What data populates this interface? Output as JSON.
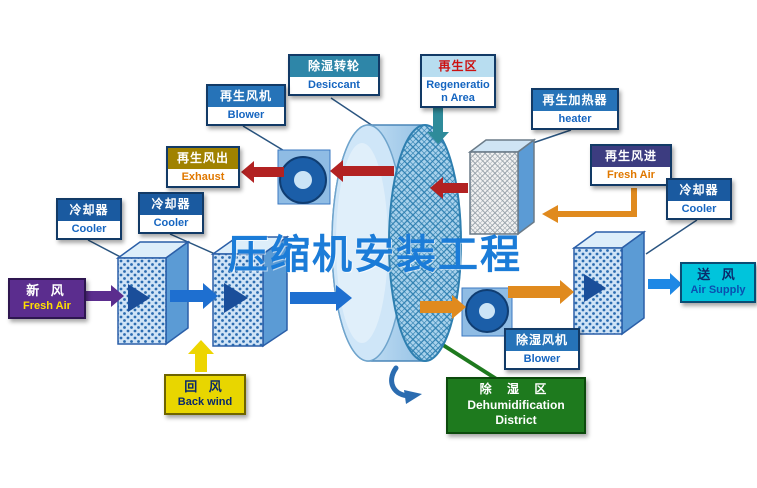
{
  "watermark": "压缩机安装工程",
  "labels": {
    "desiccant": {
      "cn": "除湿转轮",
      "en": "Desiccant"
    },
    "regeneration_area": {
      "cn": "再生区",
      "en": "Regeneration Area"
    },
    "regen_blower": {
      "cn": "再生风机",
      "en": "Blower"
    },
    "regen_heater": {
      "cn": "再生加热器",
      "en": "heater"
    },
    "regen_exhaust": {
      "cn": "再生风出",
      "en": "Exhaust"
    },
    "regen_fresh_air": {
      "cn": "再生风进",
      "en": "Fresh Air"
    },
    "cooler_left_outer": {
      "cn": "冷却器",
      "en": "Cooler"
    },
    "cooler_left_inner": {
      "cn": "冷却器",
      "en": "Cooler"
    },
    "cooler_right": {
      "cn": "冷却器",
      "en": "Cooler"
    },
    "fresh_air_inlet": {
      "cn": "新 风",
      "en": "Fresh Air"
    },
    "air_supply": {
      "cn": "送 风",
      "en": "Air Supply"
    },
    "back_wind": {
      "cn": "回 风",
      "en": "Back wind"
    },
    "dehumid_blower": {
      "cn": "除湿风机",
      "en": "Blower"
    },
    "dehumid_district": {
      "cn": "除 湿 区",
      "en_line1": "Dehumidification",
      "en_line2": "District"
    }
  },
  "colors": {
    "process_arrow_blue": "#1E6FD0",
    "fresh_air_arrow_purple": "#5B2D8E",
    "return_air_arrow_yellow": "#EDD500",
    "regen_hot_arrow_red": "#B22222",
    "regen_air_arrow_orange": "#E08A1E",
    "regen_zone_arrow_teal": "#2E8B9A",
    "supply_arrow_blue": "#1E88E5",
    "district_green": "#1E7A1E",
    "watermark_blue": "#1B7CD8"
  }
}
